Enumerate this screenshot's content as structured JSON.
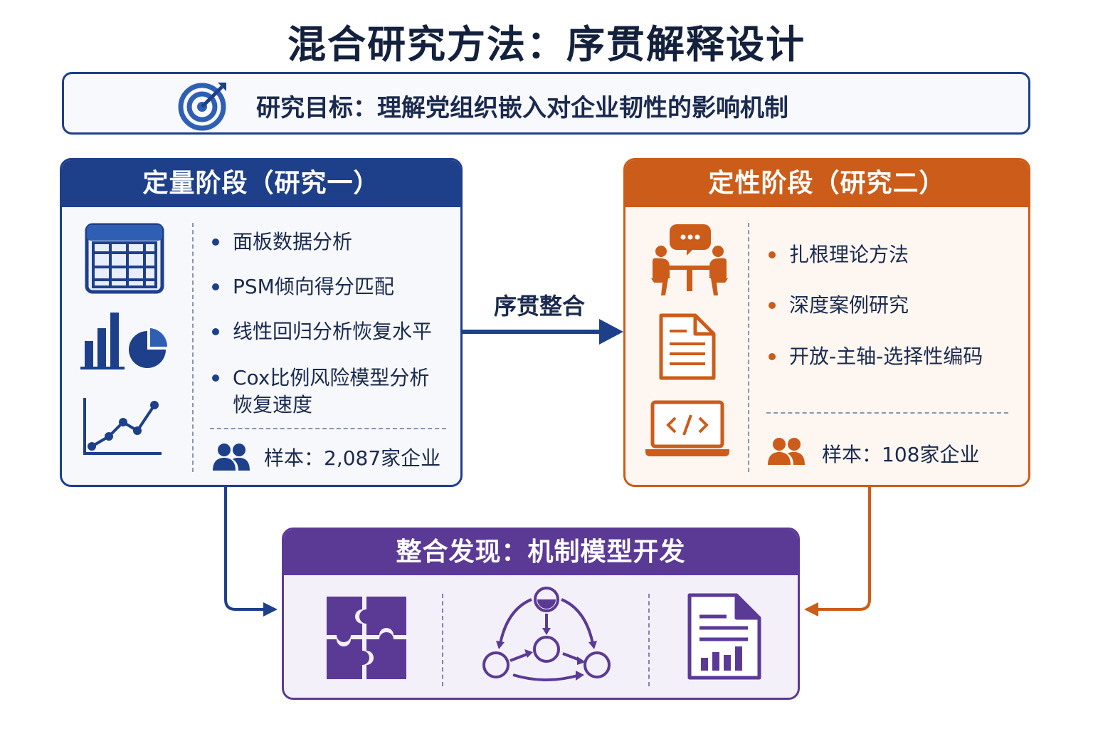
{
  "title": "混合研究方法：序贯解释设计",
  "objective": {
    "text": "研究目标：理解党组织嵌入对企业韧性的影响机制",
    "icon": "target-icon"
  },
  "colors": {
    "quant": "#1e3f8a",
    "qual": "#cc5c1a",
    "integration": "#5b3a96",
    "text": "#1b2a4e"
  },
  "quantitative": {
    "header": "定量阶段（研究一）",
    "icons": [
      "table-icon",
      "bar-pie-chart-icon",
      "line-chart-icon",
      "users-icon"
    ],
    "items": [
      "面板数据分析",
      "PSM倾向得分匹配",
      "线性回归分析恢复水平",
      "Cox比例风险模型分析",
      "恢复速度"
    ],
    "sample": "样本：2,087家企业"
  },
  "qualitative": {
    "header": "定性阶段（研究二）",
    "icons": [
      "meeting-discussion-icon",
      "document-icon",
      "laptop-code-icon",
      "users-icon"
    ],
    "items": [
      "扎根理论方法",
      "深度案例研究",
      "开放-主轴-选择性编码"
    ],
    "sample": "样本：108家企业"
  },
  "connector": {
    "label": "序贯整合"
  },
  "integration": {
    "header": "整合发现：机制模型开发",
    "icons": [
      "puzzle-icon",
      "network-cycle-icon",
      "report-chart-icon"
    ]
  }
}
